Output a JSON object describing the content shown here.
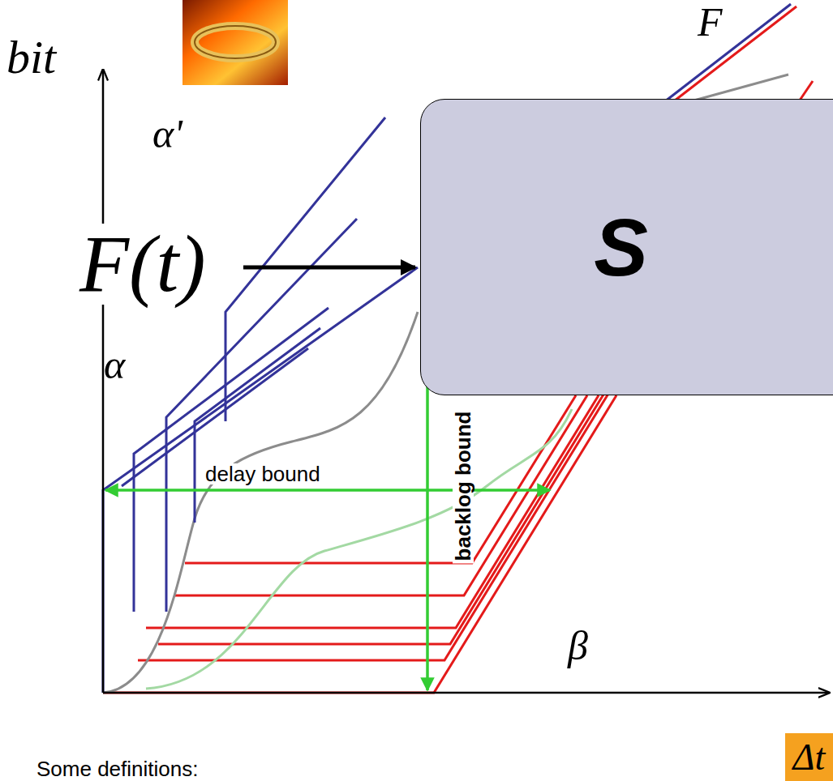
{
  "diagram": {
    "nodes": [
      {
        "text": [
          "S"
        ]
      },
      {
        "text": [
          "Δt"
        ]
      }
    ],
    "labels": [
      "bit",
      "α'",
      "F(t)",
      "α",
      "delay bound",
      "backlog bound",
      "β",
      "F",
      "Some definitions:"
    ]
  }
}
